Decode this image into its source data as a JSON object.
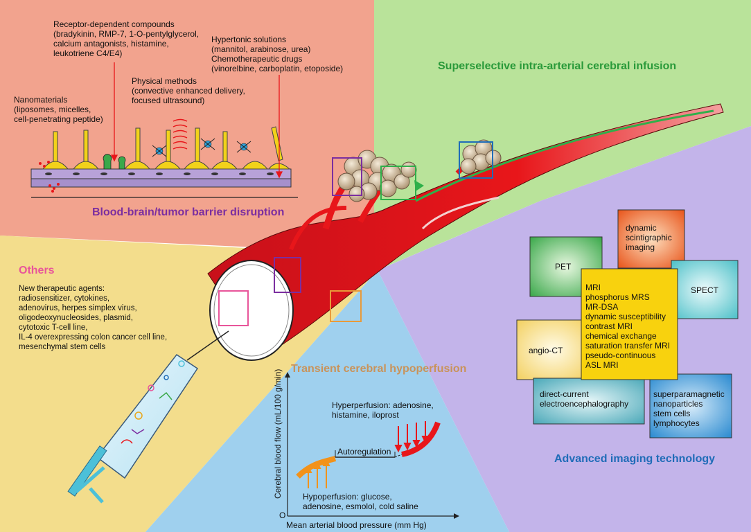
{
  "colors": {
    "bbb_panel": "#f2a38e",
    "infusion_panel": "#b9e39a",
    "imaging_panel": "#c3b4ea",
    "hypoperfusion_panel": "#9fd0ee",
    "others_panel": "#f3dd8c",
    "vessel": "#e8161a",
    "bbb_title": "#7b2ea0",
    "infusion_title": "#2a9a3a",
    "others_title": "#e8559a",
    "hypo_title": "#c9935a",
    "imaging_title": "#1f6cb8"
  },
  "bbb": {
    "title": "Blood-brain/tumor barrier disruption",
    "receptor_text": "Receptor-dependent compounds\n(bradykinin, RMP-7, 1-O-pentylglycerol,\ncalcium antagonists, histamine,\nleukotriene C4/E4)",
    "hypertonic_text": "Hypertonic solutions\n(mannitol, arabinose, urea)\nChemotherapeutic drugs\n(vinorelbine, carboplatin, etoposide)",
    "physical_text": "Physical methods\n(convective enhanced delivery,\nfocused ultrasound)",
    "nano_text": "Nanomaterials\n(liposomes, micelles,\ncell-penetrating peptide)"
  },
  "infusion": {
    "title": "Superselective intra-arterial cerebral infusion"
  },
  "others": {
    "title": "Others",
    "text": "New therapeutic agents:\nradiosensitizer, cytokines,\nadenovirus, herpes simplex virus,\noligodeoxynucleosides, plasmid,\ncytotoxic T-cell line,\nIL-4 overexpressing colon cancer cell line,\nmesenchymal stem cells"
  },
  "hypo": {
    "title": "Transient cerebral hypoperfusion",
    "hyper_text": "Hyperperfusion: adenosine,\nhistamine, iloprost",
    "autoregulation": "Autoregulation",
    "hypo_text": "Hypoperfusion: glucose,\nadenosine, esmolol, cold saline",
    "x_axis": "Mean arterial blood pressure (mm Hg)",
    "y_axis": "Cerebral blood flow (mL/100 g/min)",
    "origin": "O"
  },
  "imaging": {
    "title": "Advanced imaging technology",
    "pet": "PET",
    "scintigraphic": "dynamic\nscintigraphic\nimaging",
    "spect": "SPECT",
    "mri": "MRI\nphosphorus MRS\nMR-DSA\ndynamic susceptibility\ncontrast MRI\nchemical exchange\nsaturation transfer MRI\npseudo-continuous\nASL MRI",
    "angio_ct": "angio-CT",
    "dc_eeg": "direct-current\nelectroencephalography",
    "superpara": "superparamagnetic\nnanoparticles\nstem cells\nlymphocytes"
  }
}
